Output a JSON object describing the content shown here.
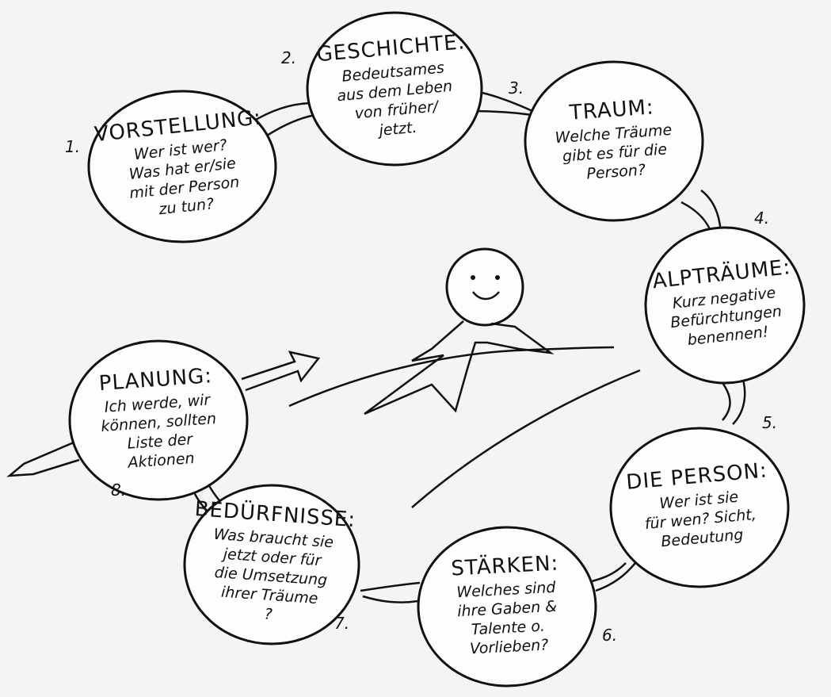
{
  "center_figure": "smiling-stick-figure-icon",
  "circles": [
    {
      "number": "1.",
      "title": "VORSTELLUNG:",
      "lines": [
        "Wer ist wer?",
        "Was hat er/sie",
        "mit der Person",
        "zu tun?"
      ]
    },
    {
      "number": "2.",
      "title": "GESCHICHTE:",
      "lines": [
        "Bedeutsames",
        "aus dem Leben",
        "von früher/",
        "jetzt."
      ]
    },
    {
      "number": "3.",
      "title": "TRAUM:",
      "lines": [
        "Welche Träume",
        "gibt es für die",
        "Person?"
      ]
    },
    {
      "number": "4.",
      "title": "ALPTRÄUME:",
      "lines": [
        "Kurz negative",
        "Befürchtungen",
        "benennen!"
      ]
    },
    {
      "number": "5.",
      "title": "DIE PERSON:",
      "lines": [
        "Wer ist sie",
        "für wen? Sicht,",
        "Bedeutung"
      ]
    },
    {
      "number": "6.",
      "title": "STÄRKEN:",
      "lines": [
        "Welches sind",
        "ihre Gaben &",
        "Talente o.",
        "Vorlieben?"
      ]
    },
    {
      "number": "7.",
      "title": "BEDÜRFNISSE:",
      "lines": [
        "Was braucht sie",
        "jetzt oder für",
        "die Umsetzung",
        "ihrer Träume",
        "?"
      ]
    },
    {
      "number": "8.",
      "title": "PLANUNG:",
      "lines": [
        "Ich werde, wir",
        "können, sollten",
        "Liste der",
        "Aktionen"
      ]
    }
  ]
}
